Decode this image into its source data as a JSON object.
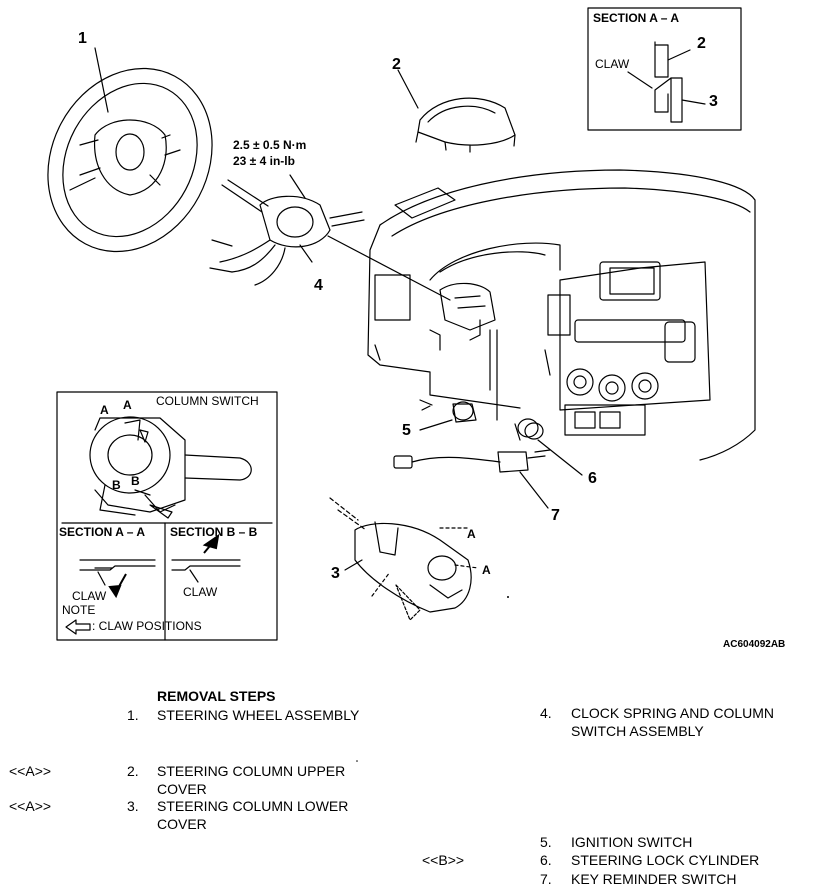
{
  "torque": {
    "nm": "2.5 ± 0.5 N·m",
    "inlb": "23 ± 4 in-lb"
  },
  "callouts": [
    "1",
    "2",
    "3",
    "4",
    "5",
    "6",
    "7"
  ],
  "section_aa_top": {
    "title": "SECTION A – A",
    "claw": "CLAW",
    "n2": "2",
    "n3": "3"
  },
  "detail_box": {
    "column_switch": "COLUMN SWITCH",
    "letter_a1": "A",
    "letter_a2": "A",
    "letter_b1": "B",
    "letter_b2": "B",
    "section_aa": "SECTION A – A",
    "section_bb": "SECTION B – B",
    "claw_left": "CLAW",
    "claw_right": "CLAW",
    "note": "NOTE",
    "claw_positions": ": CLAW POSITIONS"
  },
  "cover_letters": [
    "A",
    "A"
  ],
  "figure_code": "AC604092AB",
  "removal": {
    "title": "REMOVAL STEPS",
    "left": [
      {
        "mark": "",
        "num": "1.",
        "text": "STEERING WHEEL ASSEMBLY"
      },
      {
        "mark": "<<A>>",
        "num": "2.",
        "text": "STEERING COLUMN UPPER COVER"
      },
      {
        "mark": "<<A>>",
        "num": "3.",
        "text": "STEERING COLUMN LOWER COVER"
      }
    ],
    "right": [
      {
        "mark": "",
        "num": "4.",
        "text": "CLOCK SPRING AND COLUMN SWITCH ASSEMBLY"
      },
      {
        "mark": "",
        "num": "5.",
        "text": "IGNITION SWITCH"
      },
      {
        "mark": "<<B>>",
        "num": "6.",
        "text": "STEERING LOCK CYLINDER"
      },
      {
        "mark": "",
        "num": "7.",
        "text": "KEY REMINDER SWITCH"
      }
    ]
  }
}
